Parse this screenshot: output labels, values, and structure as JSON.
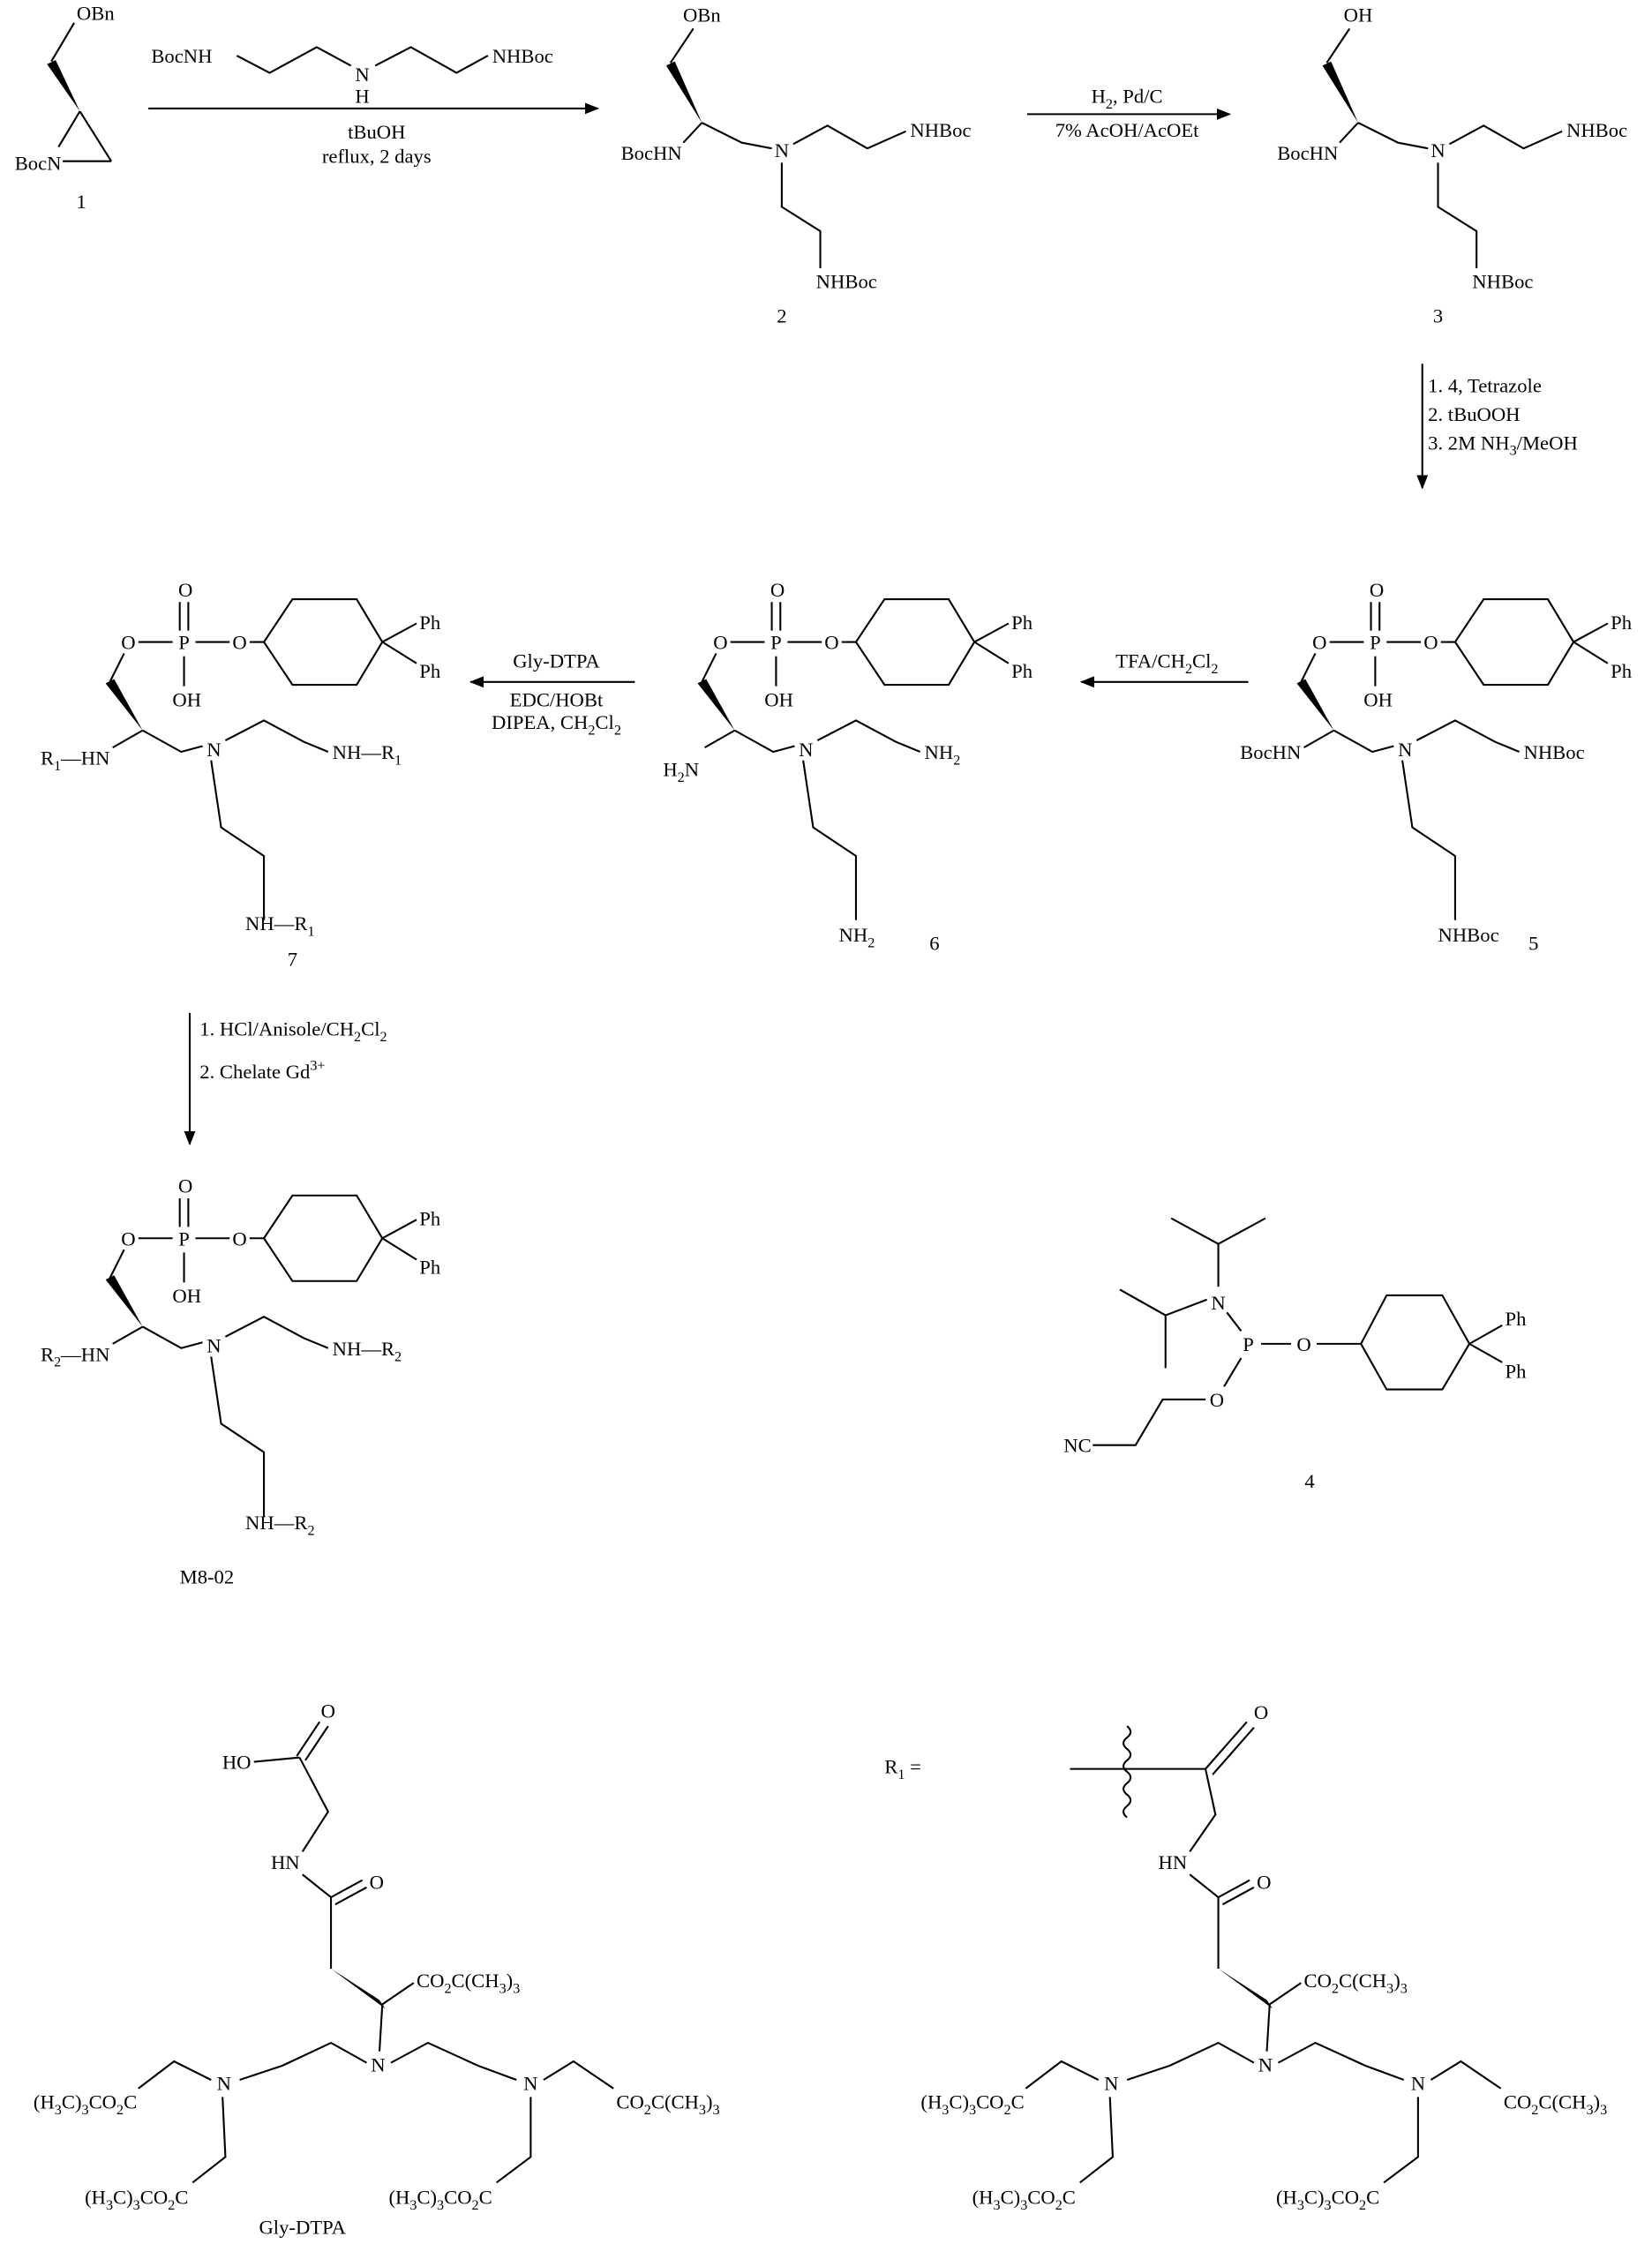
{
  "scheme": {
    "compound_1": {
      "substituent": "OBn",
      "ring_n": "BocN",
      "number": "1"
    },
    "step_1": {
      "reagent": {
        "left": "BocNH",
        "n": "N",
        "h": "H",
        "right": "NHBoc"
      },
      "solvent": "tBuOH",
      "conditions": "reflux, 2 days"
    },
    "compound_2": {
      "substituent": "OBn",
      "amine": "BocHN",
      "n": "N",
      "arm_right": "NHBoc",
      "arm_down": "NHBoc",
      "number": "2"
    },
    "step_2": {
      "line1": [
        [
          "H"
        ],
        [
          "2",
          "sub"
        ],
        [
          ", Pd/C"
        ]
      ],
      "line2": "7% AcOH/AcOEt"
    },
    "compound_3": {
      "substituent": "OH",
      "amine": "BocHN",
      "n": "N",
      "arm_right": "NHBoc",
      "arm_down": "NHBoc",
      "number": "3"
    },
    "step_3": {
      "line1": "1. 4, Tetrazole",
      "line2": "2. tBuOOH",
      "line3": [
        [
          "3. 2M NH"
        ],
        [
          "3",
          "sub"
        ],
        [
          "/MeOH"
        ]
      ]
    },
    "phosphate_core": {
      "o_double": "O",
      "p": "P",
      "o_left": "O",
      "o_right": "O",
      "oh": "OH",
      "ph1": "Ph",
      "ph2": "Ph"
    },
    "compound_5": {
      "amine": "BocHN",
      "n": "N",
      "arm_right": "NHBoc",
      "arm_down": "NHBoc",
      "number": "5"
    },
    "step_4": {
      "line1": [
        [
          "TFA/CH"
        ],
        [
          "2",
          "sub"
        ],
        [
          "Cl"
        ],
        [
          "2",
          "sub"
        ]
      ]
    },
    "compound_6": {
      "amine": [
        [
          "H"
        ],
        [
          "2",
          "sub"
        ],
        [
          "N"
        ]
      ],
      "n": "N",
      "arm_right": [
        [
          "NH"
        ],
        [
          "2",
          "sub"
        ]
      ],
      "arm_down": [
        [
          "NH"
        ],
        [
          "2",
          "sub"
        ]
      ],
      "number": "6"
    },
    "step_5": {
      "line1": "Gly-DTPA",
      "line2": "EDC/HOBt",
      "line3": [
        [
          "DIPEA, CH"
        ],
        [
          "2",
          "sub"
        ],
        [
          "Cl"
        ],
        [
          "2",
          "sub"
        ]
      ]
    },
    "compound_7": {
      "amine": [
        [
          "R"
        ],
        [
          "1",
          "sub"
        ],
        [
          "—HN"
        ]
      ],
      "n": "N",
      "arm_right": [
        [
          "NH—R"
        ],
        [
          "1",
          "sub"
        ]
      ],
      "arm_down": [
        [
          "NH—R"
        ],
        [
          "1",
          "sub"
        ]
      ],
      "number": "7"
    },
    "step_6": {
      "line1": [
        [
          "1. HCl/Anisole/CH"
        ],
        [
          "2",
          "sub"
        ],
        [
          "Cl"
        ],
        [
          "2",
          "sub"
        ]
      ],
      "line2": [
        [
          "2. Chelate Gd"
        ],
        [
          "3+",
          "sup"
        ]
      ]
    },
    "compound_m8_02": {
      "amine": [
        [
          "R"
        ],
        [
          "2",
          "sub"
        ],
        [
          "—HN"
        ]
      ],
      "n": "N",
      "arm_right": [
        [
          "NH—R"
        ],
        [
          "2",
          "sub"
        ]
      ],
      "arm_down": [
        [
          "NH—R"
        ],
        [
          "2",
          "sub"
        ]
      ],
      "number": "M8-02"
    },
    "compound_4": {
      "n": "N",
      "p": "P",
      "o_ring": "O",
      "o_chain": "O",
      "nitrile": "NC",
      "ph1": "Ph",
      "ph2": "Ph",
      "number": "4"
    },
    "gly_dtpa": {
      "acid_o": "O",
      "acid_ho": "HO",
      "name": "Gly-DTPA"
    },
    "dtpa_core": {
      "hn": "HN",
      "amide_o": "O",
      "ester_center": [
        [
          "CO"
        ],
        [
          "2",
          "sub"
        ],
        [
          "C(CH"
        ],
        [
          "3",
          "sub"
        ],
        [
          ")"
        ],
        [
          "3",
          "sub"
        ]
      ],
      "n_center": "N",
      "n_left": "N",
      "n_right": "N",
      "ester_left_upper": [
        [
          "(H"
        ],
        [
          "3",
          "sub"
        ],
        [
          "C)"
        ],
        [
          "3",
          "sub"
        ],
        [
          "CO"
        ],
        [
          "2",
          "sub"
        ],
        [
          "C"
        ]
      ],
      "ester_left_lower": [
        [
          "(H"
        ],
        [
          "3",
          "sub"
        ],
        [
          "C)"
        ],
        [
          "3",
          "sub"
        ],
        [
          "CO"
        ],
        [
          "2",
          "sub"
        ],
        [
          "C"
        ]
      ],
      "ester_right_lower": [
        [
          "(H"
        ],
        [
          "3",
          "sub"
        ],
        [
          "C)"
        ],
        [
          "3",
          "sub"
        ],
        [
          "CO"
        ],
        [
          "2",
          "sub"
        ],
        [
          "C"
        ]
      ],
      "ester_right": [
        [
          "CO"
        ],
        [
          "2",
          "sub"
        ],
        [
          "C(CH"
        ],
        [
          "3",
          "sub"
        ],
        [
          ")"
        ],
        [
          "3",
          "sub"
        ]
      ]
    },
    "r1_definition": {
      "label": [
        [
          "R"
        ],
        [
          "1",
          "sub"
        ],
        [
          " ="
        ]
      ],
      "carbonyl_o": "O"
    }
  }
}
